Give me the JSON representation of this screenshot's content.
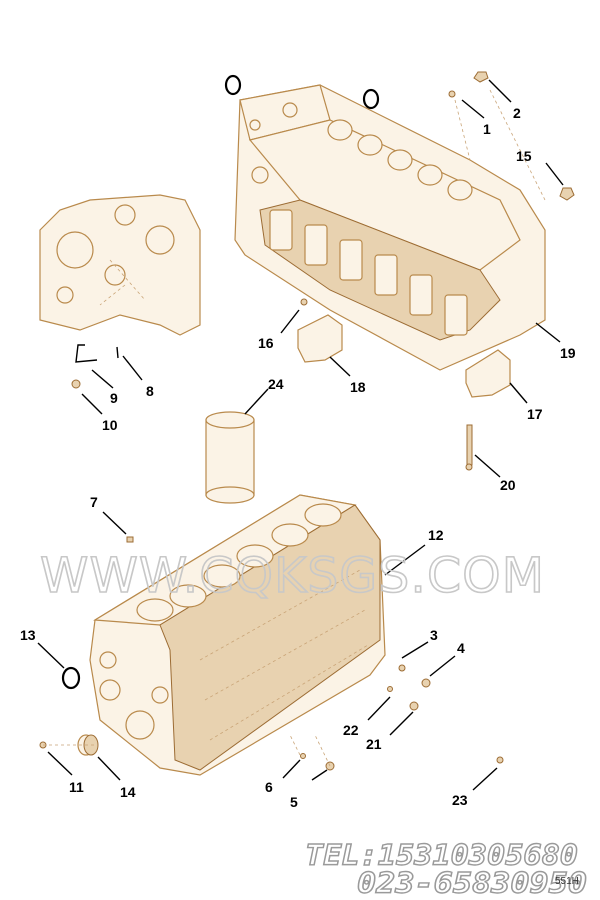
{
  "diagram": {
    "callouts": [
      {
        "id": "1",
        "label": "1"
      },
      {
        "id": "2",
        "label": "2"
      },
      {
        "id": "3",
        "label": "3"
      },
      {
        "id": "4",
        "label": "4"
      },
      {
        "id": "5",
        "label": "5"
      },
      {
        "id": "6",
        "label": "6"
      },
      {
        "id": "7",
        "label": "7"
      },
      {
        "id": "8",
        "label": "8"
      },
      {
        "id": "9",
        "label": "9"
      },
      {
        "id": "10",
        "label": "10"
      },
      {
        "id": "11",
        "label": "11"
      },
      {
        "id": "12",
        "label": "12"
      },
      {
        "id": "13",
        "label": "13"
      },
      {
        "id": "14",
        "label": "14"
      },
      {
        "id": "15",
        "label": "15"
      },
      {
        "id": "16",
        "label": "16"
      },
      {
        "id": "17",
        "label": "17"
      },
      {
        "id": "18",
        "label": "18"
      },
      {
        "id": "19",
        "label": "19"
      },
      {
        "id": "20",
        "label": "20"
      },
      {
        "id": "21",
        "label": "21"
      },
      {
        "id": "22",
        "label": "22"
      },
      {
        "id": "23",
        "label": "23"
      },
      {
        "id": "24",
        "label": "24"
      }
    ],
    "watermark": "WWW.CQKSGS.COM",
    "contact_phone": "TEL:15310305680",
    "contact_landline": "023-65830950",
    "corner_code": "551H"
  },
  "colors": {
    "part_fill": "#fbf3e6",
    "part_stroke": "#b98a4c",
    "leader": "#000000"
  }
}
